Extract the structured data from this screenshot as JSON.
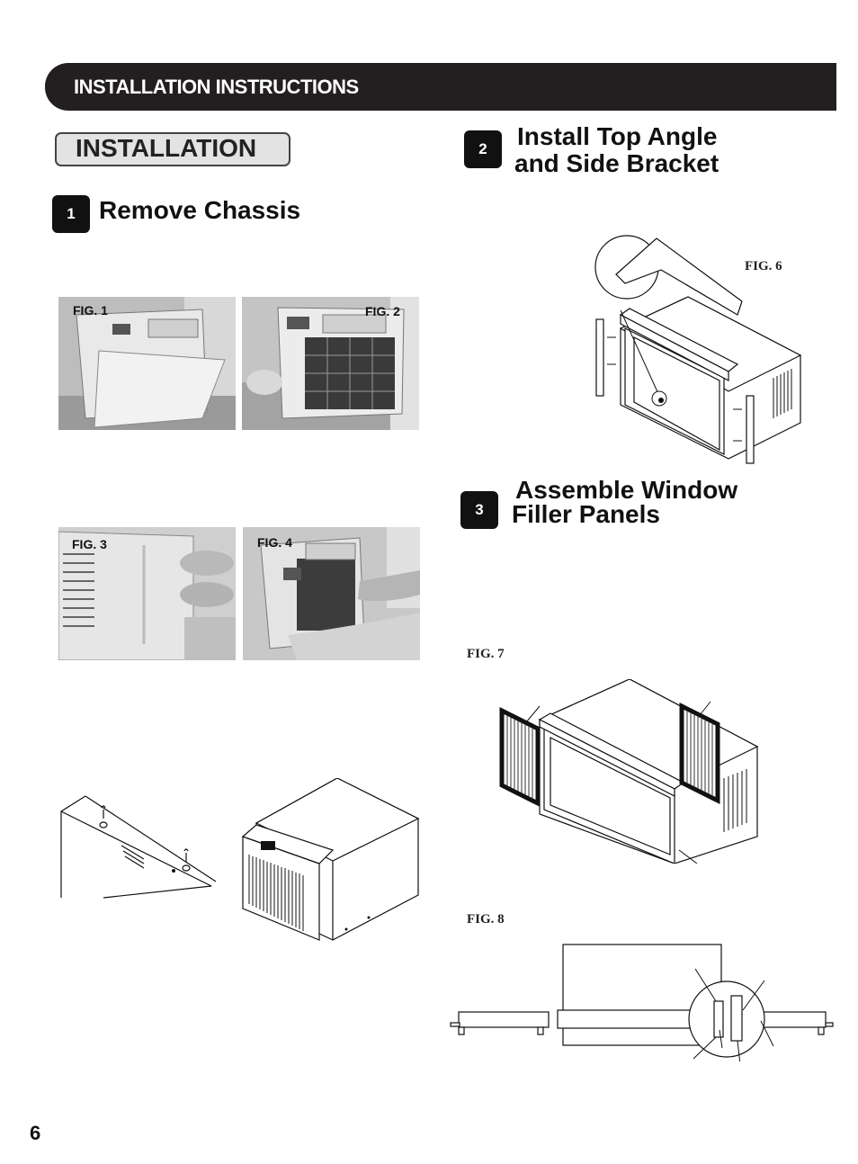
{
  "header": {
    "title": "INSTALLATION INSTRUCTIONS"
  },
  "section": {
    "label": "INSTALLATION"
  },
  "steps": [
    {
      "number": "1",
      "title": "Remove Chassis"
    },
    {
      "number": "2",
      "title_line1": "Install Top Angle",
      "title_line2": "and Side Bracket"
    },
    {
      "number": "3",
      "title_line1": "Assemble Window",
      "title_line2": "Filler Panels"
    }
  ],
  "figures": {
    "fig1": "FIG. 1",
    "fig2": "FIG. 2",
    "fig3": "FIG. 3",
    "fig4": "FIG. 4",
    "fig6": "FIG. 6",
    "fig7": "FIG. 7",
    "fig8": "FIG. 8"
  },
  "page_number": "6"
}
